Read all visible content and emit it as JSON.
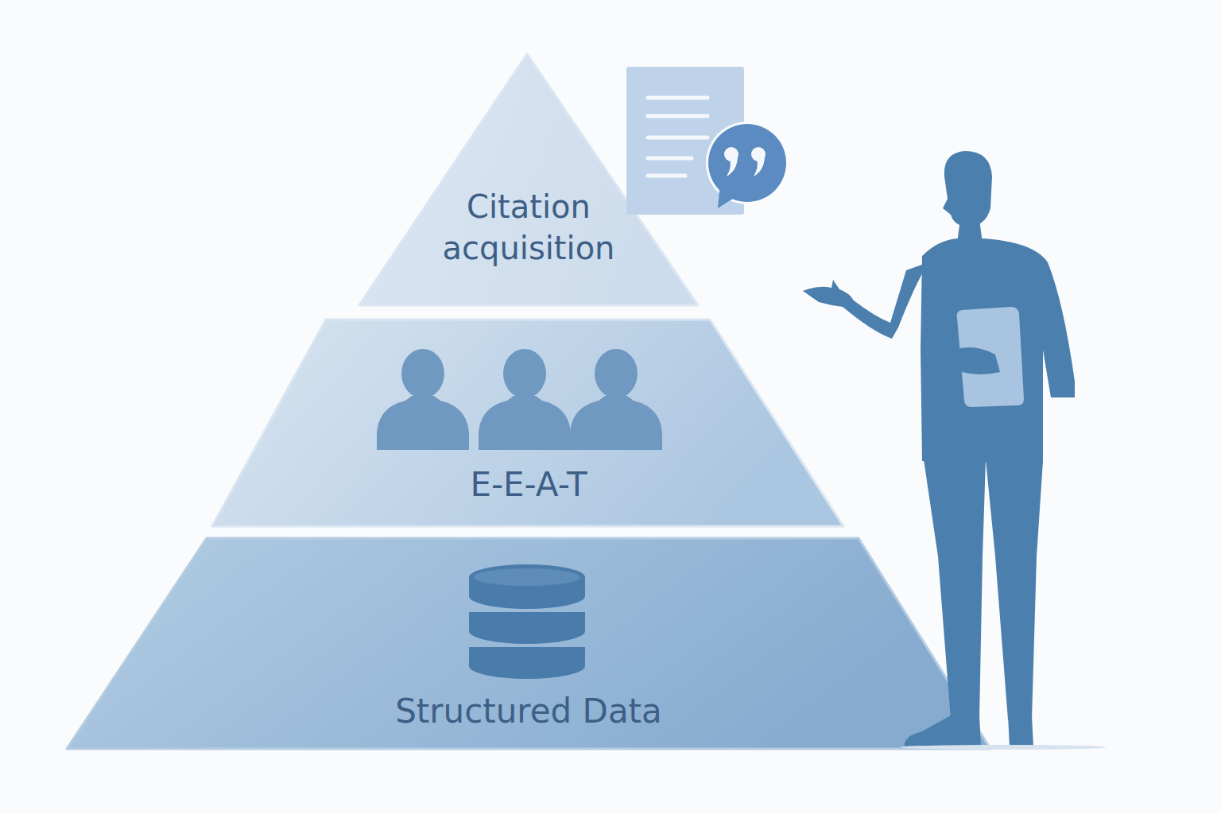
{
  "diagram": {
    "nodes": [
      {
        "text": [
          "Citation acquisition"
        ]
      },
      {
        "text": [
          "E-E-A-T"
        ]
      },
      {
        "text": [
          "Structured Data"
        ]
      }
    ]
  }
}
